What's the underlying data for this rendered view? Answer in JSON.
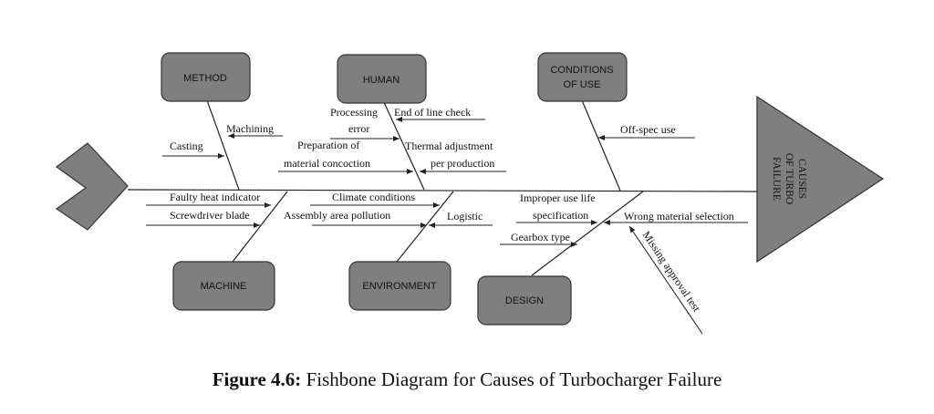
{
  "diagram": {
    "effect": [
      "CAUSES",
      "OF TURBO",
      "FAILURE"
    ],
    "categories": {
      "method": [
        "METHOD"
      ],
      "human": [
        "HUMAN"
      ],
      "conditions": [
        "CONDITIONS",
        "OF USE"
      ],
      "machine": [
        "MACHINE"
      ],
      "environment": [
        "ENVIRONMENT"
      ],
      "design": [
        "DESIGN"
      ]
    },
    "causes": {
      "machining": "Machining",
      "casting": "Casting",
      "processing_1": "Processing",
      "processing_2": "error",
      "end_of_line": "End of line check",
      "preparation_1": "Preparation of",
      "preparation_2": "material concoction",
      "thermal_1": "Thermal adjustment",
      "thermal_2": "per production",
      "off_spec": "Off-spec use",
      "faulty_heat": "Faulty heat indicator",
      "screwdriver": "Screwdriver blade",
      "climate": "Climate conditions",
      "assembly": "Assembly area pollution",
      "logistic": "Logistic",
      "improper_1": "Improper use life",
      "improper_2": "specification",
      "wrong_material": "Wrong material selection",
      "gearbox": "Gearbox type",
      "missing_approval": "Missing approval test"
    }
  },
  "caption": {
    "label": "Figure 4.6:",
    "text": " Fishbone Diagram for Causes of Turbocharger Failure"
  }
}
